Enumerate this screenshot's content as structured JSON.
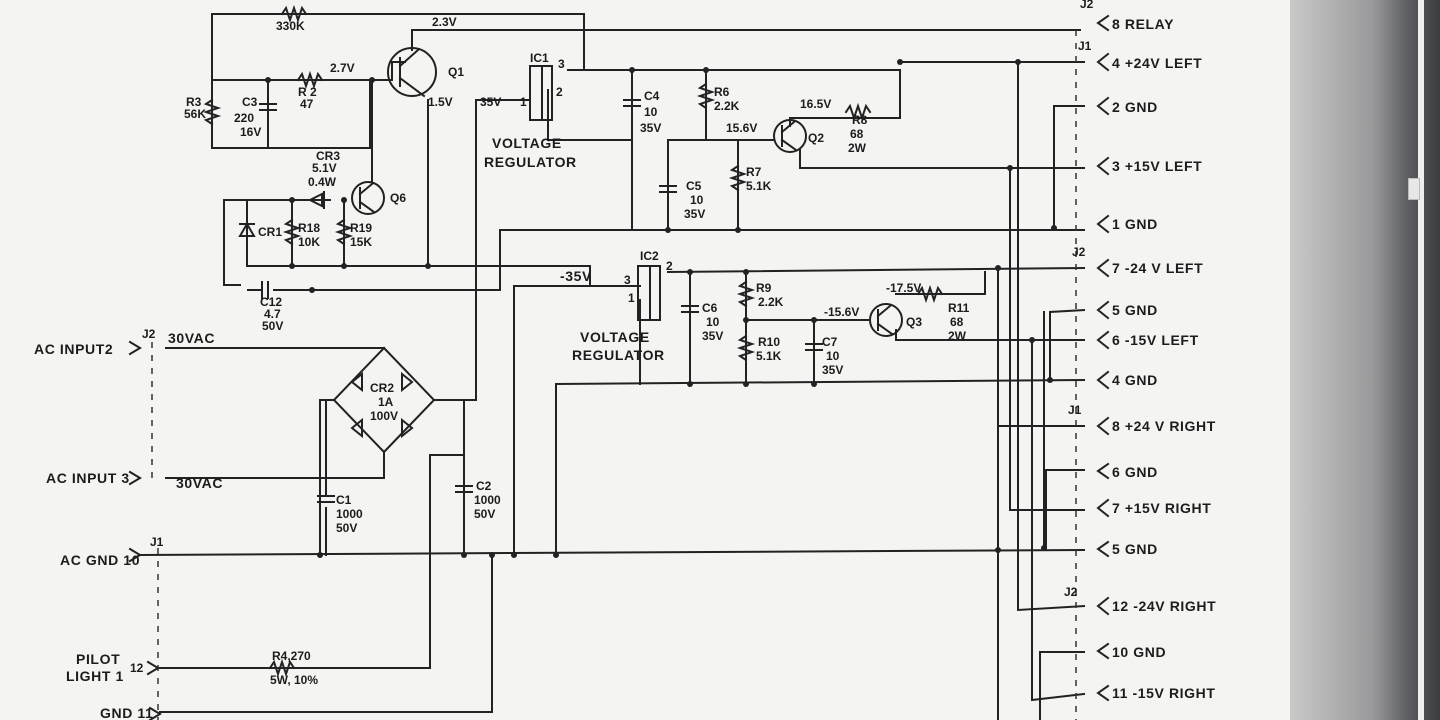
{
  "outputs": [
    {
      "label": "8 RELAY",
      "pin": "8",
      "desc": "RELAY"
    },
    {
      "label": "4 +24V LEFT"
    },
    {
      "label": "2 GND"
    },
    {
      "label": "3 +15V LEFT"
    },
    {
      "label": "1 GND"
    },
    {
      "label": "7 -24 V LEFT"
    },
    {
      "label": "5 GND"
    },
    {
      "label": "6 -15V LEFT"
    },
    {
      "label": "4 GND"
    },
    {
      "label": "8 +24 V RIGHT"
    },
    {
      "label": "6 GND"
    },
    {
      "label": "7 +15V RIGHT"
    },
    {
      "label": "5 GND"
    },
    {
      "label": "12 -24V RIGHT"
    },
    {
      "label": "10 GND"
    },
    {
      "label": "11 -15V RIGHT"
    }
  ],
  "connectors": {
    "j2_top": "J2",
    "j1_a": "J1",
    "j2_b": "J2",
    "j1_b": "J1",
    "j2_c": "J2",
    "j2_ac": "J2",
    "j1_ac": "J1"
  },
  "inputs": {
    "ac_input2": "AC INPUT2",
    "ac_input2_v": "30VAC",
    "ac_input3": "AC INPUT 3",
    "ac_input3_v": "30VAC",
    "ac_gnd": "AC GND 10",
    "pilot1": "PILOT",
    "pilot2": "LIGHT 1",
    "pilot_pin": "12",
    "gnd11": "GND 11"
  },
  "components": {
    "r1_value": "330K",
    "v_2_3": "2.3V",
    "v_2_7": "2.7V",
    "q1": "Q1",
    "v_1_5": "1.5V",
    "r3_name": "R3",
    "r3_value": "56K",
    "c3_name": "C3",
    "c3_v1": "220",
    "c3_v2": "16V",
    "r2_name": "R 2",
    "r2_value": "47",
    "cr3_name": "CR3",
    "cr3_v1": "5.1V",
    "cr3_v2": "0.4W",
    "q6": "Q6",
    "cr1": "CR1",
    "r18_name": "R18",
    "r18_value": "10K",
    "r19_name": "R19",
    "r19_value": "15K",
    "c12_name": "C12",
    "c12_v1": "4.7",
    "c12_v2": "50V",
    "v_35": "35V",
    "ic1": "IC1",
    "ic1_pin1": "1",
    "ic1_pin2": "2",
    "ic1_pin3": "3",
    "vr1_a": "VOLTAGE",
    "vr1_b": "REGULATOR",
    "c4_name": "C4",
    "c4_v1": "10",
    "c4_v2": "35V",
    "r6_name": "R6",
    "r6_value": "2.2K",
    "v_16_5": "16.5V",
    "r8_name": "R8",
    "r8_v1": "68",
    "r8_v2": "2W",
    "v_15_6": "15.6V",
    "q2": "Q2",
    "c5_name": "C5",
    "c5_v1": "10",
    "c5_v2": "35V",
    "r7_name": "R7",
    "r7_value": "5.1K",
    "v_m35": "-35V",
    "ic2": "IC2",
    "ic2_pin2": "2",
    "ic2_pin3": "3",
    "ic2_pin1": "1",
    "r9_name": "R9",
    "r9_value": "2.2K",
    "v_m17_5": "-17.5V",
    "c6_name": "C6",
    "c6_v1": "10",
    "c6_v2": "35V",
    "v_m15_6": "-15.6V",
    "q3": "Q3",
    "r11_name": "R11",
    "r11_v1": "68",
    "r11_v2": "2W",
    "vr2_a": "VOLTAGE",
    "vr2_b": "REGULATOR",
    "r10_name": "R10",
    "r10_value": "5.1K",
    "c7_name": "C7",
    "c7_v1": "10",
    "c7_v2": "35V",
    "cr2_name": "CR2",
    "cr2_v1": "1A",
    "cr2_v2": "100V",
    "c1_name": "C1",
    "c1_v1": "1000",
    "c1_v2": "50V",
    "c2_name": "C2",
    "c2_v1": "1000",
    "c2_v2": "50V",
    "r4_name": "R4,270",
    "r4_v": "5W, 10%"
  }
}
